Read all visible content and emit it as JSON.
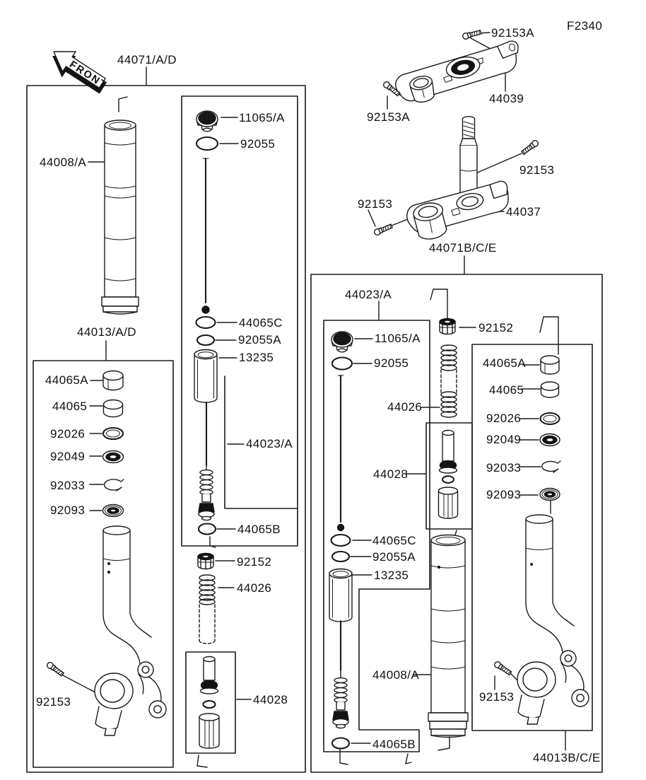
{
  "page_code": "F2340",
  "front_arrow_label": "FRONT",
  "groups": {
    "left_assembly": "44071/A/D",
    "right_assembly": "44071B/C/E",
    "left_lower_group": "44013/A/D",
    "right_lower_group": "44013B/C/E",
    "left_damper_group": "44023/A",
    "right_damper_group": "44023/A"
  },
  "parts": {
    "upper_clamp_bolt_right": "92153A",
    "upper_clamp_bolt_left": "92153A",
    "upper_triple_clamp": "44039",
    "lower_clamp_bolt_right": "92153",
    "lower_clamp_bolt_left": "92153",
    "lower_triple_clamp": "44037",
    "left_outer_tube": "44008/A",
    "left_fork_cap": "11065/A",
    "left_cap_oring": "92055",
    "left_ring_c": "44065C",
    "left_oring_a": "92055A",
    "left_cylinder": "13235",
    "left_ring_b": "44065B",
    "left_locknut": "92152",
    "left_spring": "44026",
    "left_cylinder_unit": "44028",
    "left_bushing_a": "44065A",
    "left_bushing": "44065",
    "left_washer": "92026",
    "left_oil_seal": "92049",
    "left_clip": "92033",
    "left_dust_seal": "92093",
    "left_axle_bolt": "92153",
    "right_fork_cap": "11065/A",
    "right_cap_oring": "92055",
    "right_locknut": "92152",
    "right_spring": "44026",
    "right_cylinder_unit": "44028",
    "right_ring_c": "44065C",
    "right_oring_a": "92055A",
    "right_cylinder": "13235",
    "right_outer_tube": "44008/A",
    "right_ring_b": "44065B",
    "right_bushing_a": "44065A",
    "right_bushing": "44065",
    "right_washer": "92026",
    "right_oil_seal": "92049",
    "right_clip": "92033",
    "right_dust_seal": "92093",
    "right_axle_bolt": "92153"
  }
}
